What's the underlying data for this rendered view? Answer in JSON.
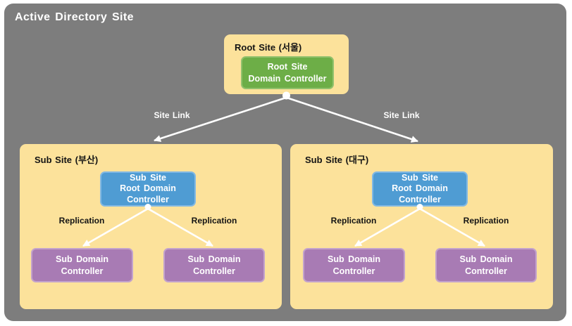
{
  "title": "Active Directory Site",
  "root_site": {
    "label": "Root Site (서울)",
    "controller": {
      "line1": "Root Site",
      "line2": "Domain Controller"
    }
  },
  "site_links": [
    {
      "label": "Site Link"
    },
    {
      "label": "Site Link"
    }
  ],
  "sub_sites": [
    {
      "label": "Sub Site (부산)",
      "root_controller": {
        "line1": "Sub Site",
        "line2": "Root Domain",
        "line3": "Controller"
      },
      "replication_labels": [
        "Replication",
        "Replication"
      ],
      "sub_controllers": [
        {
          "line1": "Sub Domain",
          "line2": "Controller"
        },
        {
          "line1": "Sub Domain",
          "line2": "Controller"
        }
      ]
    },
    {
      "label": "Sub Site (대구)",
      "root_controller": {
        "line1": "Sub Site",
        "line2": "Root Domain",
        "line3": "Controller"
      },
      "replication_labels": [
        "Replication",
        "Replication"
      ],
      "sub_controllers": [
        {
          "line1": "Sub Domain",
          "line2": "Controller"
        },
        {
          "line1": "Sub Domain",
          "line2": "Controller"
        }
      ]
    }
  ],
  "colors": {
    "canvas_gray": "#7d7d7d",
    "site_yellow": "#fce29b",
    "root_controller_green": "#6dae47",
    "sub_root_controller_blue": "#4f9cd3",
    "sub_controller_purple": "#a87bb4",
    "arrow_white": "#ffffff"
  }
}
